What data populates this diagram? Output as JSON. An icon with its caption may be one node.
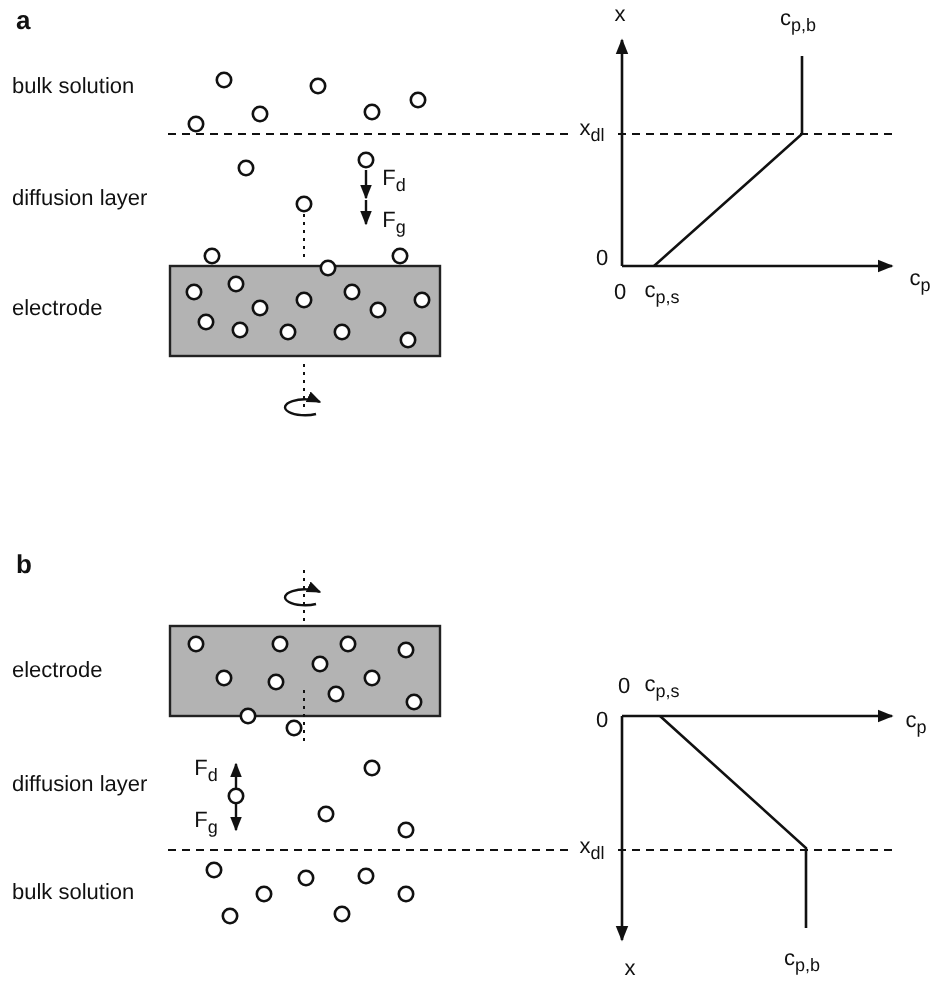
{
  "diagram": {
    "labels": [
      "a",
      "x",
      "c$_{p,b}$",
      "bulk solution",
      "x$_{dl}$",
      "diffusion layer",
      "F$_{d}$",
      "F$_{g}$",
      "electrode",
      "0",
      "0",
      "c$_{p,s}$",
      "c$_{p}$",
      "b",
      "electrode",
      "0",
      "c$_{p,s}$",
      "0",
      "c$_{p}$",
      "diffusion layer",
      "F$_{d}$",
      "F$_{g}$",
      "x$_{dl}$",
      "bulk solution",
      "x",
      "c$_{p,b}$"
    ]
  }
}
